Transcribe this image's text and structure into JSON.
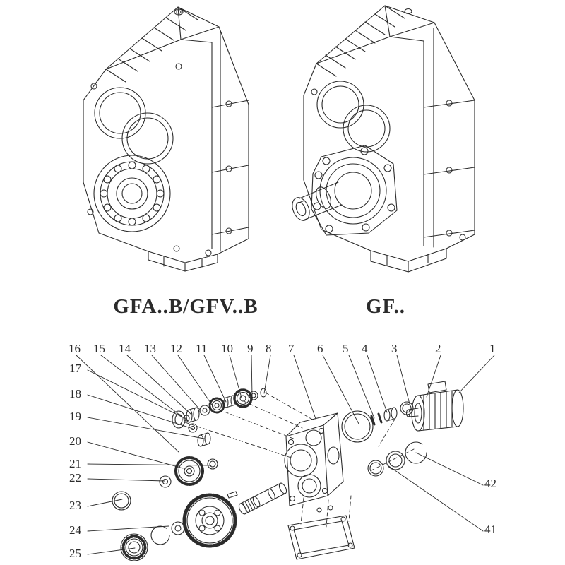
{
  "page": {
    "background": "#ffffff",
    "ink": "#2b2b2b"
  },
  "products": [
    {
      "label": "GFA..B/GFV..B"
    },
    {
      "label": "GF.."
    }
  ],
  "exploded_view": {
    "top_callouts": [
      "16",
      "15",
      "14",
      "13",
      "12",
      "11",
      "10",
      "9",
      "8",
      "7",
      "6",
      "5",
      "4",
      "3",
      "2",
      "1"
    ],
    "left_callouts": [
      "17",
      "18",
      "19",
      "20",
      "21",
      "22",
      "23",
      "24",
      "25"
    ],
    "right_callouts": [
      "42",
      "41"
    ]
  }
}
